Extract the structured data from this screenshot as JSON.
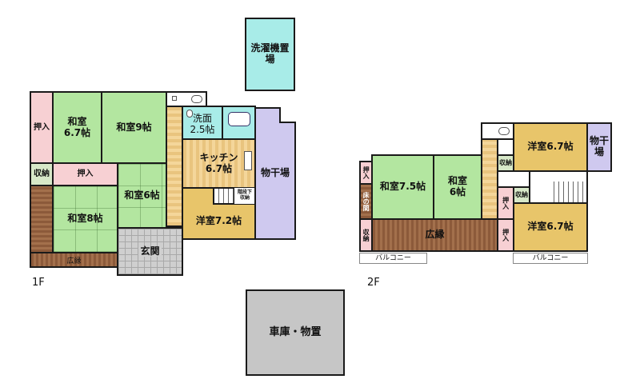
{
  "floors": {
    "f1": "1F",
    "f2": "2F"
  },
  "rooms_1f": {
    "laundry": "洗濯機置場",
    "oshiire_left": "押入",
    "washitsu_67": "和室\n6.7帖",
    "washitsu_9": "和室9帖",
    "shuno_left": "収納",
    "oshiire_mid": "押入",
    "washitsu_6": "和室6帖",
    "washitsu_8": "和室8帖",
    "senmen": "洗面\n2.5帖",
    "kitchen": "キッチン\n6.7帖",
    "kaidan_shuno": "階段下\n収納",
    "yoshitsu_72": "洋室7.2帖",
    "monohoshi": "物干場",
    "genkan": "玄関",
    "hiroen": "広縁"
  },
  "rooms_2f": {
    "oshiire_left": "押入",
    "tokonoma": "床の間",
    "shuno_left": "収納",
    "washitsu_75": "和室7.5帖",
    "washitsu_6": "和室\n6帖",
    "hiroen": "広縁",
    "yoshitsu_67_top": "洋室6.7帖",
    "shuno_top": "収納",
    "monohoshi": "物干\n場",
    "oshiire_mid": "押入",
    "shuno_mid": "収納",
    "oshiire_low": "押入",
    "yoshitsu_67_bottom": "洋室6.7帖",
    "balcony_left": "バルコニー",
    "balcony_right": "バルコニー"
  },
  "outside": {
    "garage": "車庫・物置"
  }
}
